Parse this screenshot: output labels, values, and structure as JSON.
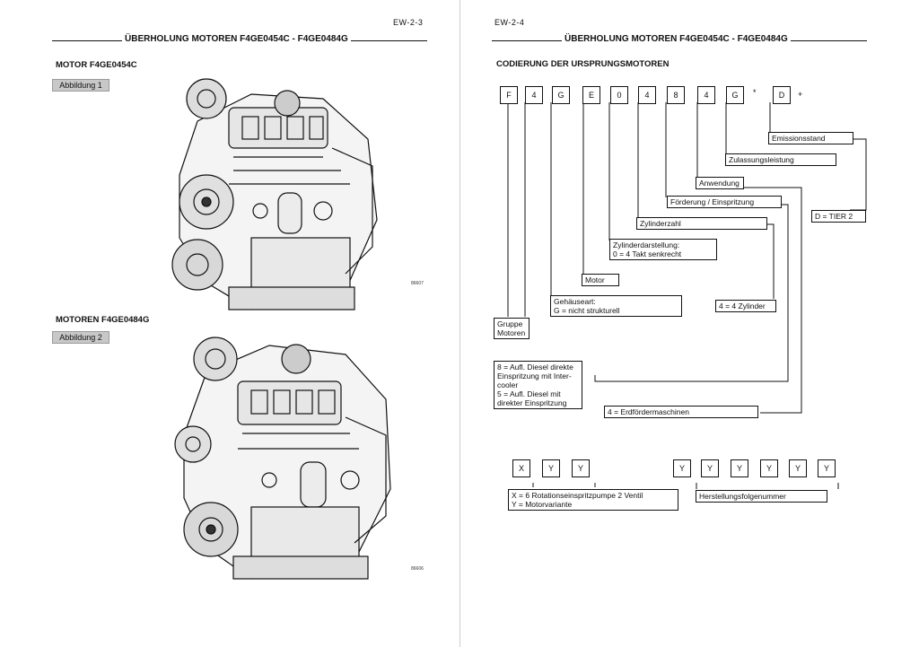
{
  "left_page": {
    "page_number": "EW-2-3",
    "header_title": "ÜBERHOLUNG MOTOREN F4GE0454C - F4GE0484G",
    "section1": {
      "title": "MOTOR  F4GE0454C",
      "figure_label": "Abbildung 1",
      "figure_code": "86607"
    },
    "section2": {
      "title": "MOTOREN F4GE0484G",
      "figure_label": "Abbildung 2",
      "figure_code": "86606"
    }
  },
  "right_page": {
    "page_number": "EW-2-4",
    "header_title": "ÜBERHOLUNG MOTOREN F4GE0454C - F4GE0484G",
    "subtitle": "CODIERUNG DER URSPRUNGSMOTOREN",
    "code_chars": [
      "F",
      "4",
      "G",
      "E",
      "0",
      "4",
      "8",
      "4",
      "G",
      "D"
    ],
    "separator_star": "*",
    "separator_plus": "+",
    "labels": {
      "emissionsstand": "Emissionsstand",
      "zulassungsleistung": "Zulassungsleistung",
      "anwendung": "Anwendung",
      "foerderung": "Förderung / Einspritzung",
      "zylinderzahl": "Zylinderzahl",
      "tier": "D = TIER 2",
      "zylinderdarstellung_1": "Zylinderdarstellung:",
      "zylinderdarstellung_2": "0 = 4 Takt senkrecht",
      "motor": "Motor",
      "gehaeuseart_1": "Gehäuseart:",
      "gehaeuseart_2": "G = nicht strukturell",
      "zylinder": "4 = 4 Zylinder",
      "gruppe_1": "Gruppe",
      "gruppe_2": "Motoren",
      "einspritzung_1": "8 = Aufl. Diesel direkte",
      "einspritzung_2": "Einspritzung mit Inter-",
      "einspritzung_3": "cooler",
      "einspritzung_4": "5 =  Aufl. Diesel mit",
      "einspritzung_5": "direkter Einspritzung",
      "erdfoerder": "4 = Erdfördermaschinen"
    },
    "xyy_chars": [
      "X",
      "Y",
      "Y"
    ],
    "yyyyyy_chars": [
      "Y",
      "Y",
      "Y",
      "Y",
      "Y",
      "Y"
    ],
    "xyy_label_1": "X = 6 Rotationseinspritzpumpe 2 Ventil",
    "xyy_label_2": "Y = Motorvariante",
    "serial_label": "Herstellungsfolgenummer"
  }
}
